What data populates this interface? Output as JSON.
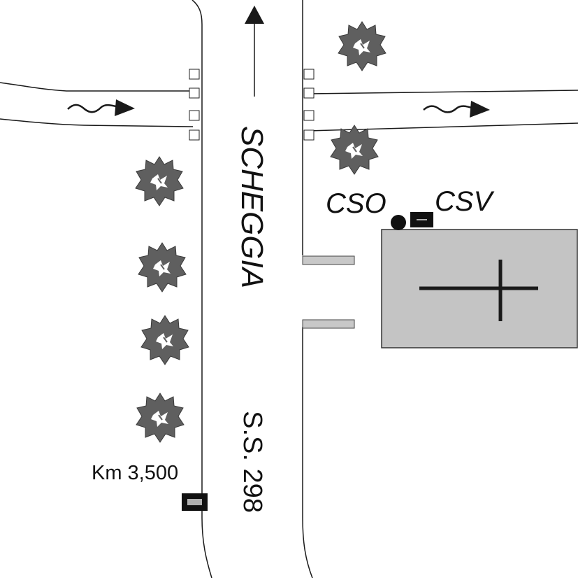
{
  "labels": {
    "road_name": "SCHEGGIA",
    "road_code": "S.S. 298",
    "km_marker": "Km 3,500",
    "cso": "CSO",
    "csv": "CSV"
  },
  "colors": {
    "line": "#1a1a1a",
    "tree_fill": "#5f5f5f",
    "tree_hole": "#ffffff",
    "building_fill": "#c4c4c4",
    "building_stroke": "#333333",
    "marker_fill": "#111111",
    "marker_inner": "#b0b0b0",
    "bollard_fill": "#ffffff",
    "gate_fill": "#c8c8c8"
  },
  "icons": {
    "tree": "tree-icon",
    "cross": "cross-icon",
    "cso_marker": "filled-circle-icon",
    "csv_marker": "filled-rectangle-icon",
    "km_marker": "milestone-icon",
    "flow_arrow": "wavy-arrow-icon",
    "direction_arrow": "north-arrow-icon"
  }
}
